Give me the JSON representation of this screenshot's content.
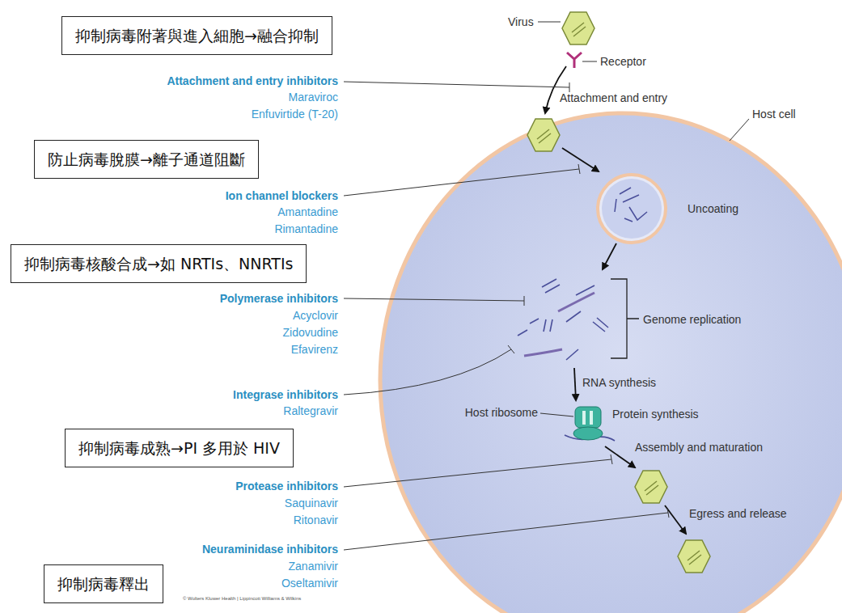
{
  "diagram": {
    "nodes": [
      {
        "text": [
          "抑制病毒附著與進入細胞→融合抑制"
        ]
      },
      {
        "text": [
          "防止病毒脫膜→離子通道阻斷"
        ]
      },
      {
        "text": [
          "抑制病毒核酸合成→如 NRTIs、NNRTIs"
        ]
      },
      {
        "text": [
          "抑制病毒成熟→PI 多用於 HIV"
        ]
      },
      {
        "text": [
          "抑制病毒釋出"
        ]
      }
    ],
    "labels": [
      "Virus",
      "Receptor",
      "Attachment and entry",
      "Host cell",
      "Uncoating",
      "Genome replication",
      "RNA synthesis",
      "Host ribosome",
      "Protein synthesis",
      "Assembly and maturation",
      "Egress and release",
      "Attachment and entry inhibitors",
      "Maraviroc",
      "Enfuvirtide (T-20)",
      "Ion channel blockers",
      "Amantadine",
      "Rimantadine",
      "Polymerase inhibitors",
      "Acyclovir",
      "Zidovudine",
      "Efavirenz",
      "Integrase inhibitors",
      "Raltegravir",
      "Protease inhibitors",
      "Saquinavir",
      "Ritonavir",
      "Neuraminidase inhibitors",
      "Zanamivir",
      "Oseltamivir",
      "© Wolters Kluwer Health | Lippincott Williams & Wilkins"
    ]
  }
}
